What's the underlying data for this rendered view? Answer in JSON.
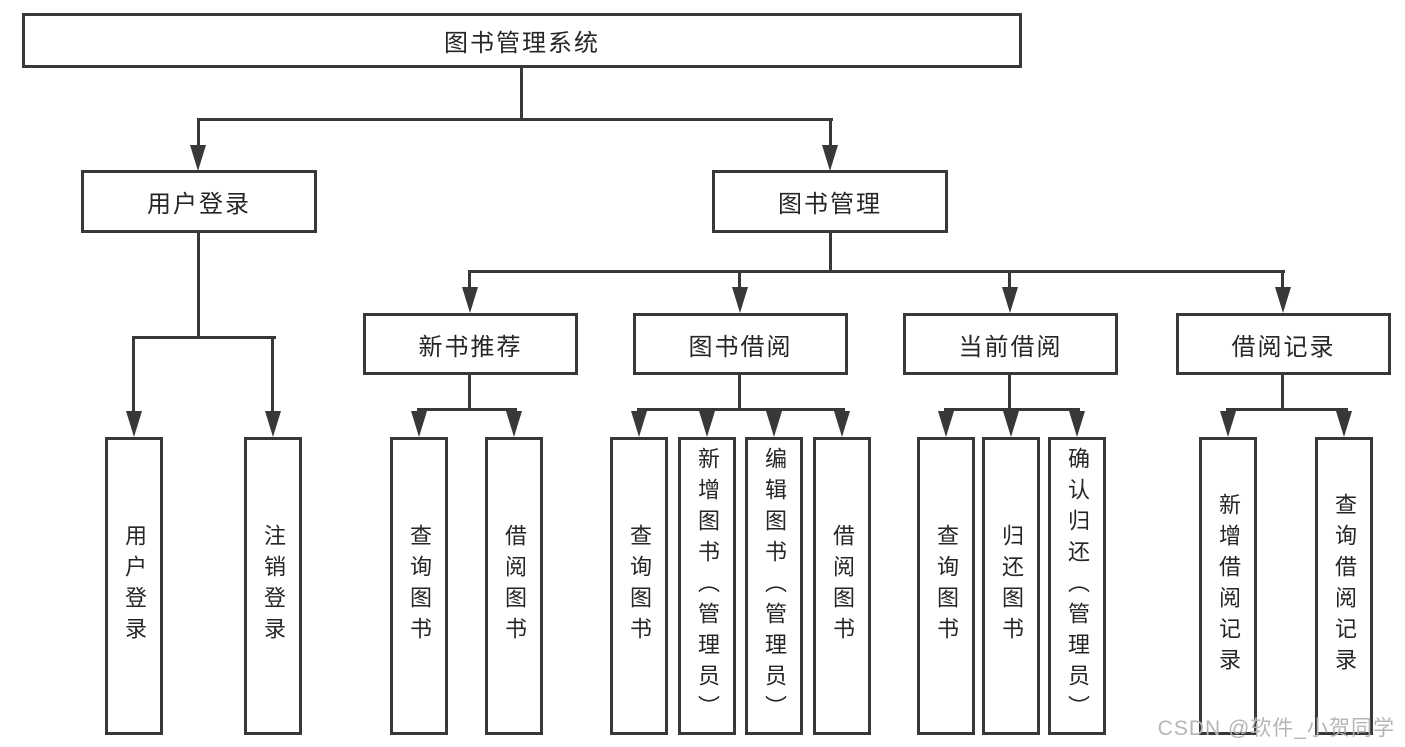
{
  "diagram": {
    "root": {
      "label": "图书管理系统"
    },
    "branches": [
      {
        "label": "用户登录",
        "children": [
          {
            "label": "用户登录"
          },
          {
            "label": "注销登录"
          }
        ]
      },
      {
        "label": "图书管理",
        "groups": [
          {
            "label": "新书推荐",
            "children": [
              {
                "label": "查询图书"
              },
              {
                "label": "借阅图书"
              }
            ]
          },
          {
            "label": "图书借阅",
            "children": [
              {
                "label": "查询图书"
              },
              {
                "label": "新增图书（管理员）"
              },
              {
                "label": "编辑图书（管理员）"
              },
              {
                "label": "借阅图书"
              }
            ]
          },
          {
            "label": "当前借阅",
            "children": [
              {
                "label": "查询图书"
              },
              {
                "label": "归还图书"
              },
              {
                "label": "确认归还（管理员）"
              }
            ]
          },
          {
            "label": "借阅记录",
            "children": [
              {
                "label": "新增借阅记录"
              },
              {
                "label": "查询借阅记录"
              }
            ]
          }
        ]
      }
    ]
  },
  "watermark": {
    "text": "CSDN @软件_小贺同学"
  },
  "colors": {
    "line": "#383838",
    "text": "#262626",
    "background": "#ffffff",
    "watermark": "#b5b5b5"
  }
}
